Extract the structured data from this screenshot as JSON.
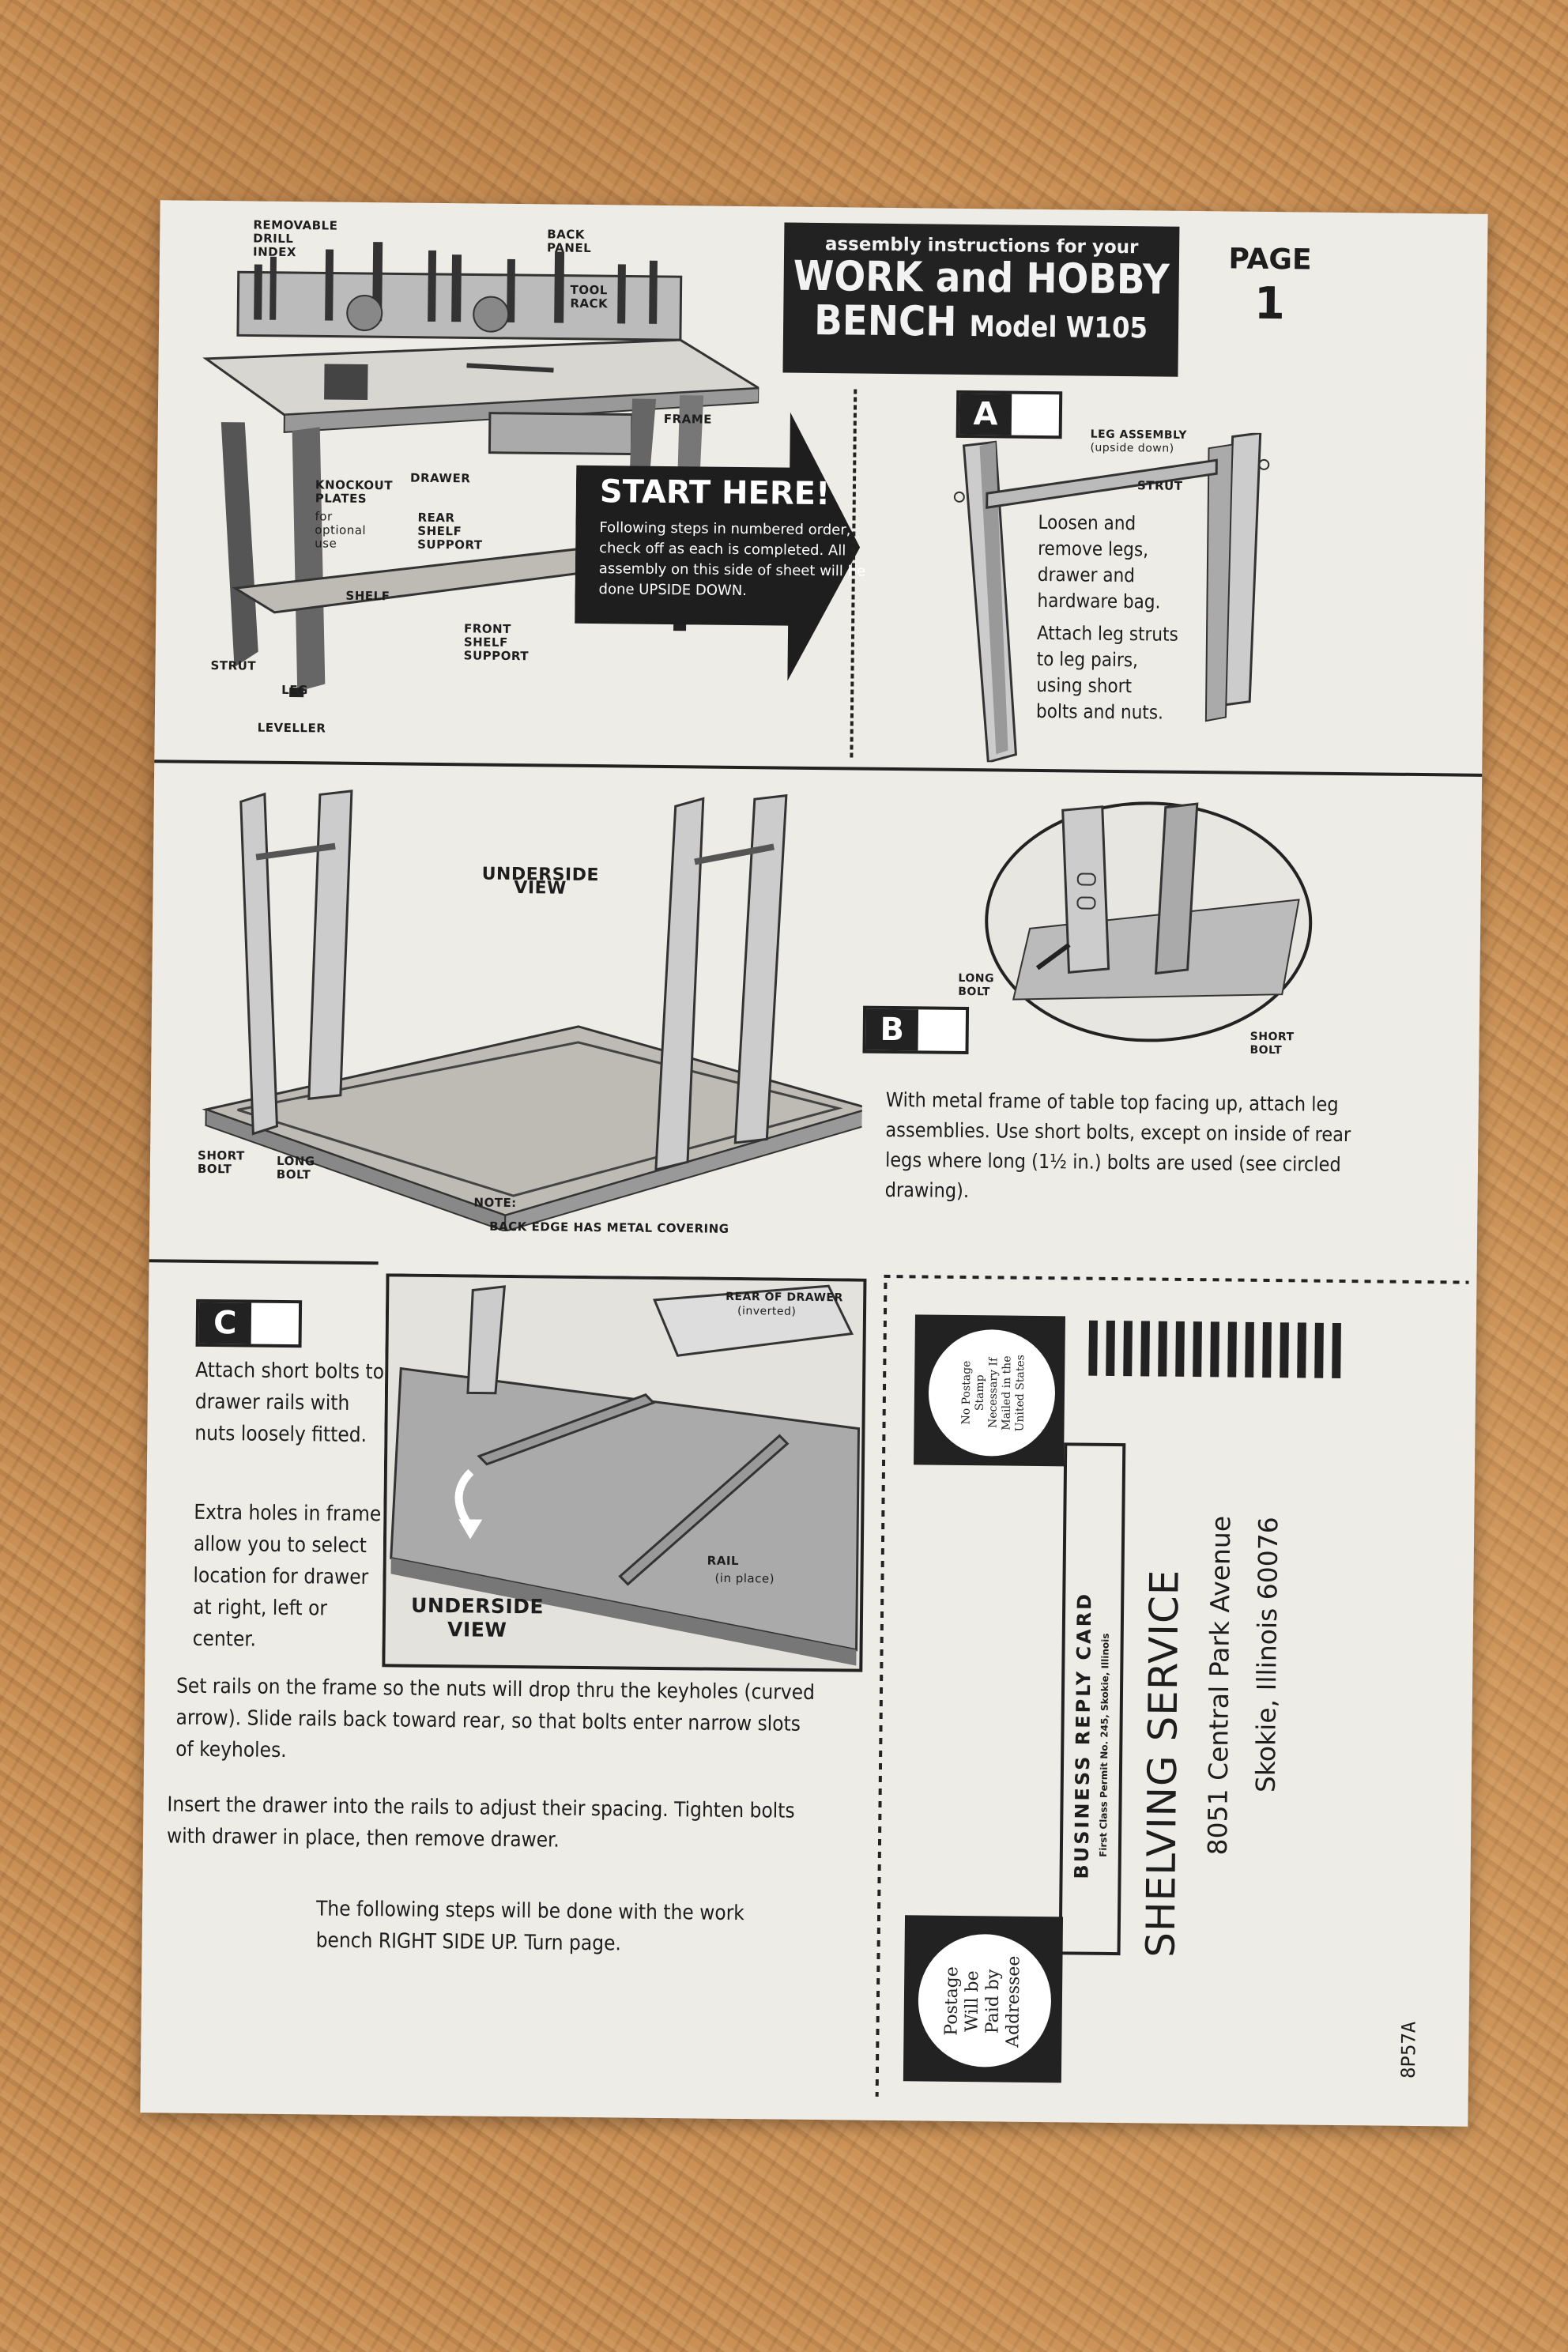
{
  "header": {
    "subtitle": "assembly instructions for your",
    "title_line1": "WORK and HOBBY",
    "title_line2": "BENCH",
    "model": "Model W105",
    "page_label": "PAGE",
    "page_number": "1"
  },
  "bench_labels": {
    "drill_index": "REMOVABLE DRILL INDEX",
    "back_panel": "BACK PANEL",
    "tool_rack": "TOOL RACK",
    "frame": "FRAME",
    "drawer": "DRAWER",
    "knockout": "KNOCKOUT PLATES",
    "knockout_sub": "for optional use",
    "rear_shelf": "REAR SHELF SUPPORT",
    "shelf": "SHELF",
    "front_shelf": "FRONT SHELF SUPPORT",
    "strut": "STRUT",
    "leg": "LEG",
    "leveller": "LEVELLER"
  },
  "start": {
    "title": "START HERE!",
    "body": "Following steps in numbered order, check off as each is completed. All assembly on this side of sheet will be done UPSIDE DOWN."
  },
  "step_a": {
    "letter": "A",
    "leg_assembly": "LEG ASSEMBLY",
    "leg_assembly_sub": "(upside down)",
    "strut": "STRUT",
    "text1": "Loosen and remove legs, drawer and hardware bag.",
    "text2": "Attach leg struts to leg pairs, using short bolts and nuts."
  },
  "step_b": {
    "letter": "B",
    "underside": "UNDERSIDE VIEW",
    "short_bolt": "SHORT BOLT",
    "long_bolt": "LONG BOLT",
    "note": "NOTE:",
    "note_body": "BACK EDGE HAS METAL COVERING",
    "detail_long": "LONG BOLT",
    "detail_short": "SHORT BOLT",
    "text": "With metal frame of table top facing up, attach leg assemblies. Use short bolts, except on inside of rear legs where long (1½ in.) bolts are used (see circled drawing)."
  },
  "step_c": {
    "letter": "C",
    "text1": "Attach short bolts to drawer rails with nuts loosely fitted.",
    "text2": "Extra holes in frame allow you to select location for drawer at right, left or center.",
    "text3": "Set rails on the frame so the nuts will drop thru the keyholes (curved arrow). Slide rails back toward rear, so that bolts enter narrow slots of keyholes.",
    "text4": "Insert the drawer into the rails to adjust their spacing. Tighten bolts with drawer in place, then remove drawer.",
    "text5": "The following steps will be done with the work bench RIGHT SIDE UP. Turn page.",
    "rear_drawer": "REAR OF DRAWER",
    "rear_drawer_sub": "(inverted)",
    "rail": "RAIL",
    "rail_sub": "(in place)",
    "underside": "UNDERSIDE VIEW"
  },
  "reply_card": {
    "no_postage": "No Postage Stamp Necessary If Mailed in the United States",
    "postage_paid": "Postage Will be Paid by Addressee",
    "brc_title": "BUSINESS REPLY CARD",
    "brc_permit": "First Class Permit No. 245, Skokie, Illinois",
    "company": "SHELVING SERVICE",
    "address1": "8051 Central Park Avenue",
    "address2": "Skokie, Illinois 60076",
    "code": "8P57A"
  }
}
